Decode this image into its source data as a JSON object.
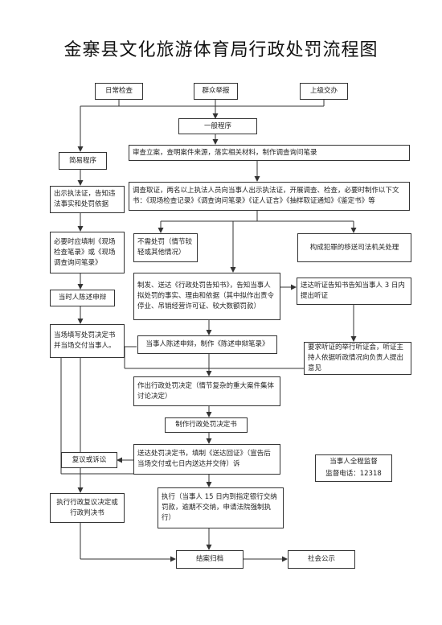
{
  "title": "金寨县文化旅游体育局行政处罚流程图",
  "nodes": {
    "daily_check": "日常检查",
    "public_report": "群众举报",
    "superior_assign": "上级交办",
    "general_procedure": "一般程序",
    "simple_procedure": "简易程序",
    "register": "审查立案，查明案件来源，落实相关材料，制作调查询问笔录",
    "investigate": "调查取证，两名以上执法人员向当事人出示执法证，开展调查、检查，必要时制作以下文书：《现场检查记录》《调查询问笔录》《证人证言》《抽样取证通知》《鉴定书》等",
    "show_id": "出示执法证，告知违法事实和处罚依据",
    "record": "必要时应填制《现场检查笔录》或《现场调查询问笔录》",
    "no_penalty": "不需处罚（情节较轻或其他情况）",
    "transfer": "构成犯罪的移送司法机关处理",
    "notify": "制发、送达《行政处罚告知书》，告知当事人拟处罚的事实、理由和依据（其中拟作出责令停业、吊销经营许可证、较大数额罚款）",
    "hearing_notice": "送达听证告知书告知当事人 3 日内提出听证",
    "statement": "当时人陈述申辩",
    "onsite_decision": "当场填写处罚决定书并当场交付当事人。",
    "defense_record": "当事人陈述申辩，制作《陈述申辩笔录》",
    "hearing_request": "要求听证的举行听证会，听证主持人依据听政情况向负责人提出意见",
    "decision": "作出行政处罚决定（情节复杂的重大案件集体讨论决定）",
    "make_decision": "制作行政处罚决定书",
    "deliver": "送达处罚决定书，填制《送达回证》（宣告后当场交付或七日内送达并交待）诉",
    "review": "复议或诉讼",
    "execute_review": "执行行政复议决定或行政判决书",
    "execute": "执行（当事人 15 日内到指定银行交纳罚款，逾期不交纳，申请法院强制执行）",
    "archive": "结案归档",
    "publicity": "社会公示"
  },
  "supervision": {
    "line1": "当事人全程监督",
    "line2": "监督电话：12318"
  }
}
